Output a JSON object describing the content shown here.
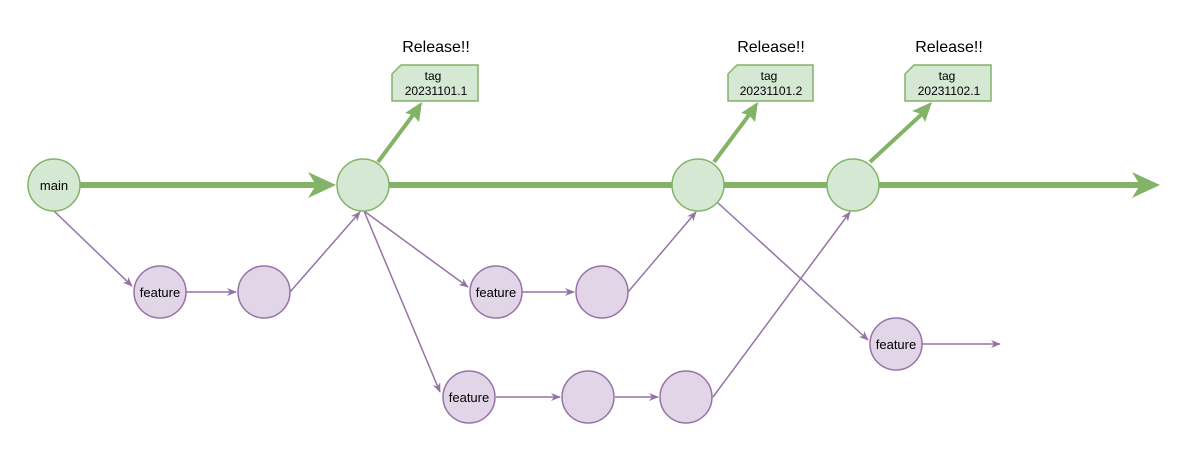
{
  "diagram": {
    "main_label": "main",
    "feature_label": "feature",
    "releases": [
      {
        "heading": "Release!!",
        "tag_title": "tag",
        "tag_value": "20231101.1"
      },
      {
        "heading": "Release!!",
        "tag_title": "tag",
        "tag_value": "20231101.2"
      },
      {
        "heading": "Release!!",
        "tag_title": "tag",
        "tag_value": "20231102.1"
      }
    ],
    "colors": {
      "main_fill": "#d5e8d4",
      "main_stroke": "#82b366",
      "feature_fill": "#e1d5e7",
      "feature_stroke": "#9673a6"
    }
  }
}
